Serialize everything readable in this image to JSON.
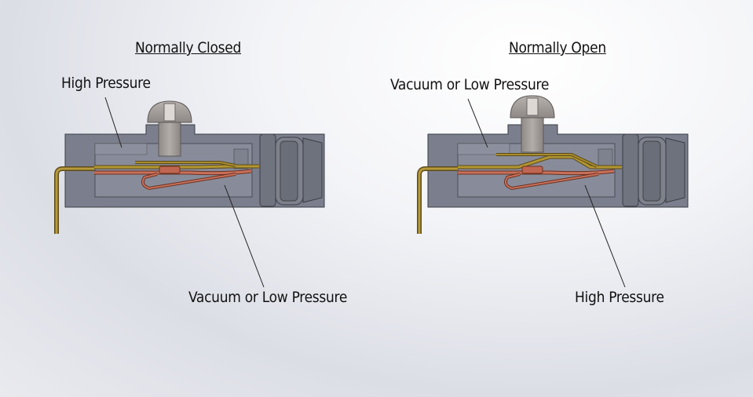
{
  "panels": [
    {
      "title": "Normally Closed",
      "top_label": "High Pressure",
      "bottom_label": "Vacuum or Low Pressure"
    },
    {
      "title": "Normally Open",
      "top_label": "Vacuum or Low Pressure",
      "bottom_label": "High Pressure"
    }
  ],
  "colors": {
    "housing": "#7b7f8d",
    "housing_dark": "#5f6370",
    "cavity": "#8a8e9c",
    "screw": "#a09a97",
    "brass": "#a88f30",
    "copper": "#c0624e",
    "wire": "#8a7028"
  }
}
